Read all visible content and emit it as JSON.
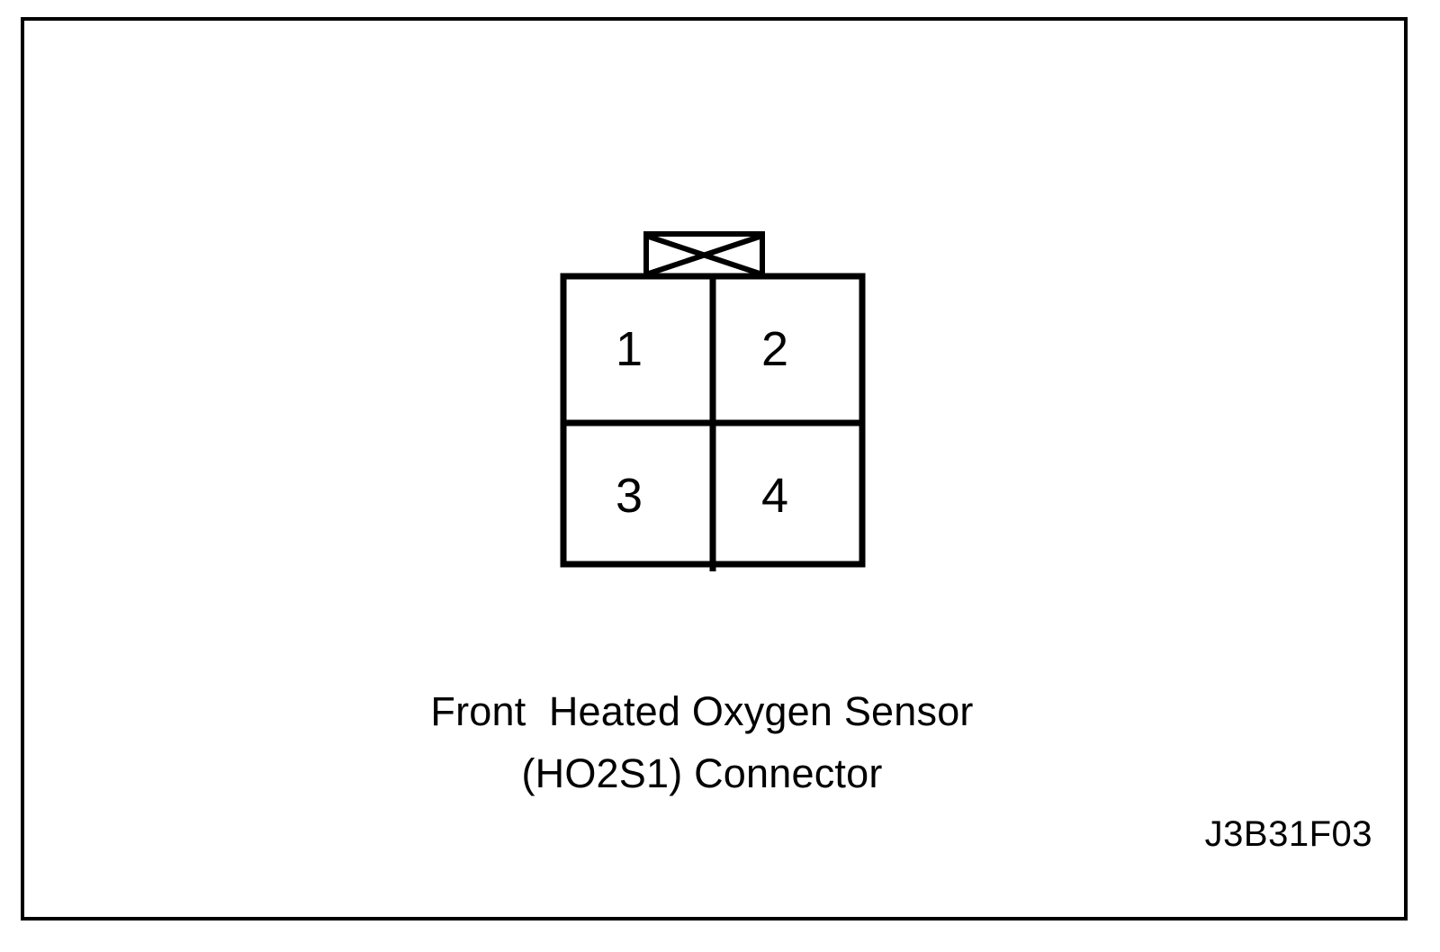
{
  "figure": {
    "title_line_1": "Front  Heated Oxygen Sensor",
    "title_line_2": "(HO2S1) Connector",
    "reference_code": "J3B31F03",
    "line_color": "#000000",
    "background_color": "#ffffff"
  },
  "connector": {
    "type": "4-cavity rectangular connector face view",
    "locking_tab": {
      "name": "locking-tab",
      "marking": "x-cross",
      "position": "top-center"
    },
    "grid": {
      "rows": 2,
      "columns": 2
    },
    "terminals": [
      {
        "number": "1",
        "row": 0,
        "column": 0
      },
      {
        "number": "2",
        "row": 0,
        "column": 1
      },
      {
        "number": "3",
        "row": 1,
        "column": 0
      },
      {
        "number": "4",
        "row": 1,
        "column": 1
      }
    ]
  }
}
